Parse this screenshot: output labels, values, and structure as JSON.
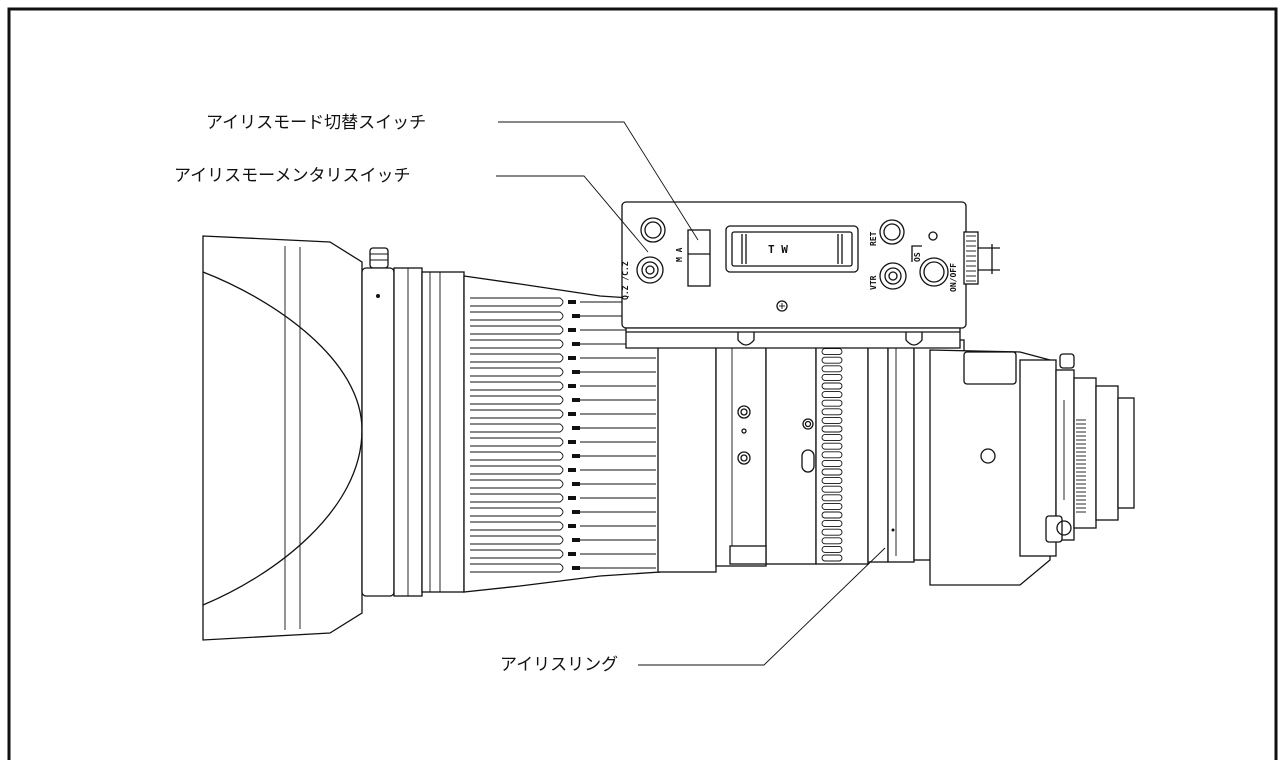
{
  "labels": {
    "iris_mode_switch": "アイリスモード切替スイッチ",
    "iris_momentary_switch": "アイリスモーメンタリスイッチ",
    "iris_ring": "アイリスリング"
  },
  "panel_markings": {
    "qz_cz": "Q.Z /C.Z",
    "m_a": "M A",
    "zoom_window": "T W",
    "ret": "RET",
    "vtr": "VTR",
    "os": "OS",
    "on_off": "ON/OFF"
  },
  "colors": {
    "line": "#111111",
    "background": "#ffffff"
  }
}
